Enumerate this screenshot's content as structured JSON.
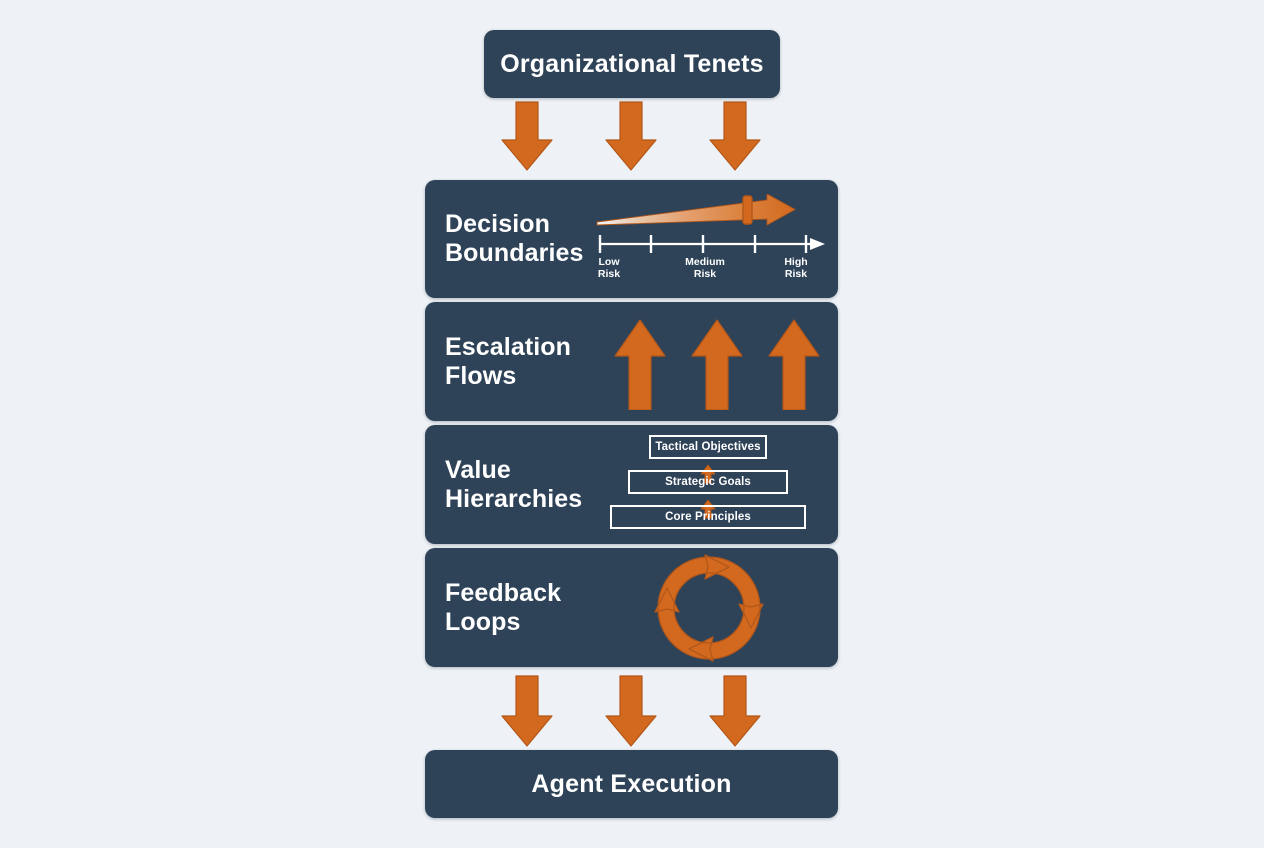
{
  "theme": {
    "background": "#eef2f6",
    "card": "#2e4258",
    "accent": "#d2691e",
    "accent_light": "#e8a877",
    "text": "#ffffff"
  },
  "diagram": {
    "type": "flow",
    "title_banner": {
      "label": "Organizational Tenets"
    },
    "footer_banner": {
      "label": "Agent Execution"
    },
    "top_connector": {
      "icon": "down-arrow-icon",
      "count": 3
    },
    "bottom_connector": {
      "icon": "down-arrow-icon",
      "count": 3
    },
    "stages": [
      {
        "id": "decision-boundaries",
        "label": "Decision\nBoundaries",
        "viz": "risk-scale",
        "scale": {
          "tick_count": 5,
          "marker_position_pct": 72,
          "labels": [
            {
              "text": "Low\nRisk",
              "pos_pct": 4
            },
            {
              "text": "Medium\nRisk",
              "pos_pct": 49
            },
            {
              "text": "High\nRisk",
              "pos_pct": 88
            }
          ]
        }
      },
      {
        "id": "escalation-flows",
        "label": "Escalation\nFlows",
        "viz": "up-arrows",
        "arrow_count": 3
      },
      {
        "id": "value-hierarchies",
        "label": "Value\nHierarchies",
        "viz": "hierarchy",
        "levels": [
          {
            "label": "Tactical Objectives",
            "width": 118,
            "rank": 1
          },
          {
            "label": "Strategic Goals",
            "width": 160,
            "rank": 2
          },
          {
            "label": "Core Principles",
            "width": 196,
            "rank": 3
          }
        ]
      },
      {
        "id": "feedback-loops",
        "label": "Feedback\nLoops",
        "viz": "cycle",
        "segment_count": 4,
        "direction": "clockwise"
      }
    ]
  }
}
